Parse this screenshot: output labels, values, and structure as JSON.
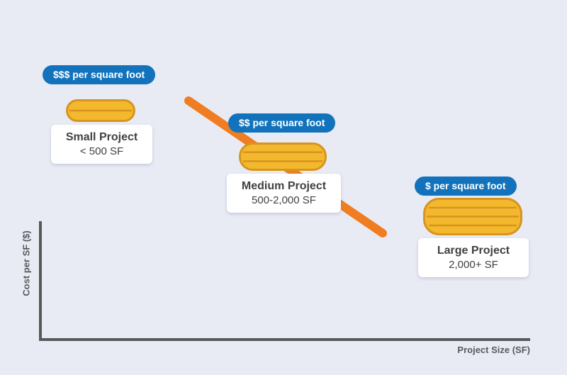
{
  "canvas": {
    "background_color": "#e9ebf4"
  },
  "axes": {
    "y_label": "Cost per SF ($)",
    "x_label": "Project Size (SF)",
    "color": "#58595b"
  },
  "trend_line": {
    "color": "#f07d22",
    "direction": "declining-left-to-right"
  },
  "badge_style": {
    "background_color": "#1273bc",
    "text_color": "#ffffff"
  },
  "coin_style": {
    "fill": "#f3b82d",
    "stroke": "#d6951f"
  },
  "projects": [
    {
      "id": "small",
      "badge": "$$$ per square foot",
      "title": "Small Project",
      "size": "< 500 SF"
    },
    {
      "id": "medium",
      "badge": "$$ per square foot",
      "title": "Medium Project",
      "size": "500-2,000 SF"
    },
    {
      "id": "large",
      "badge": "$ per square foot",
      "title": "Large Project",
      "size": "2,000+ SF"
    }
  ]
}
